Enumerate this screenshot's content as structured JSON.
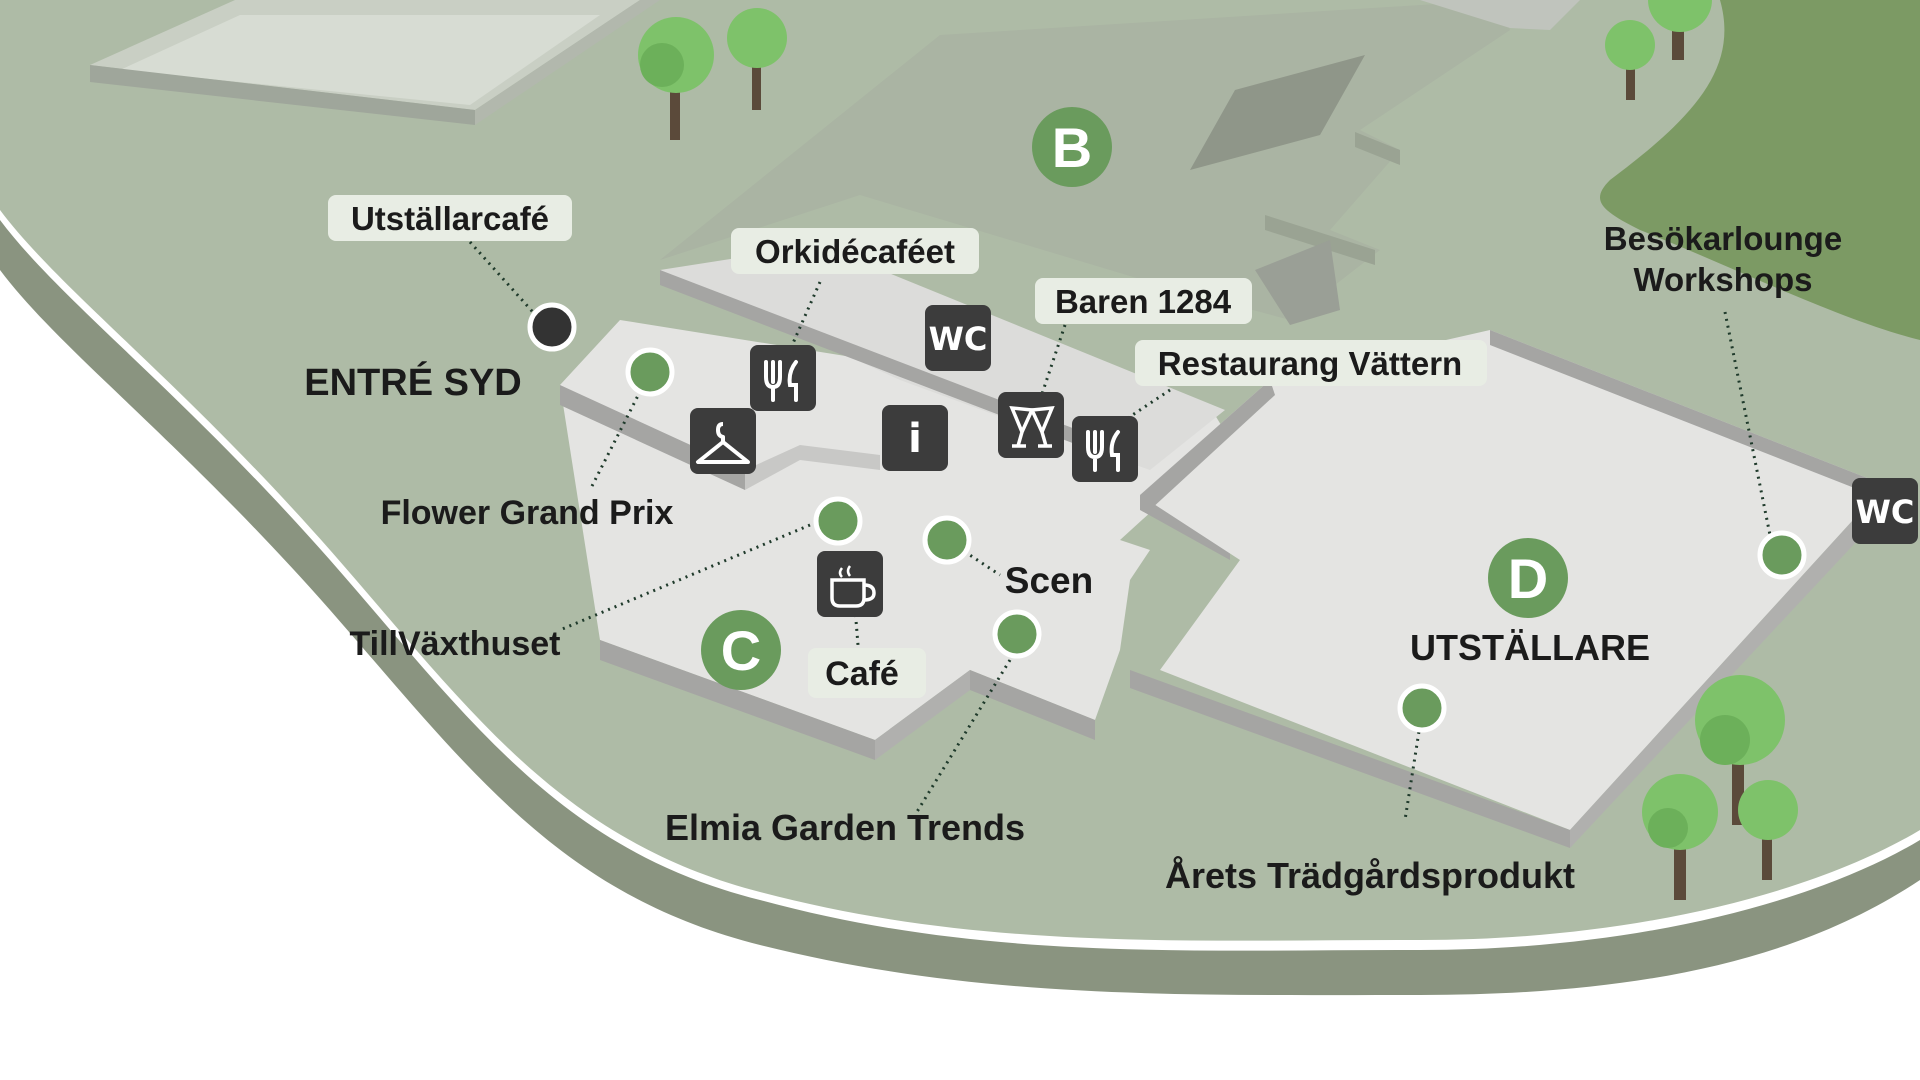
{
  "map": {
    "halls": [
      {
        "letter": "B"
      },
      {
        "letter": "C"
      },
      {
        "letter": "D",
        "caption": "UTSTÄLLARE"
      }
    ],
    "entrance": "ENTRÉ SYD",
    "labels": {
      "utstallarcafe": "Utställarcafé",
      "orkidecafeet": "Orkidécaféet",
      "baren": "Baren 1284",
      "restaurang": "Restaurang Vättern",
      "flower_grand_prix": "Flower Grand Prix",
      "tillvaxthuset": "TillVäxthuset",
      "cafe": "Café",
      "scen": "Scen",
      "elmia_garden_trends": "Elmia Garden Trends",
      "besokarlounge": "Besökarlounge",
      "workshops": "Workshops",
      "arets_tradgardsprodukt": "Årets Trädgårdsprodukt"
    },
    "icons": {
      "wc": "WC",
      "info": "i"
    },
    "colors": {
      "ground": "#aebba6",
      "ground_dark": "#869078",
      "forest": "#7c9a64",
      "floor": "#e4e4e2",
      "wall": "#a5a5a3",
      "point": "#6a9b5d",
      "icon_bg": "#3c3c3c"
    }
  }
}
